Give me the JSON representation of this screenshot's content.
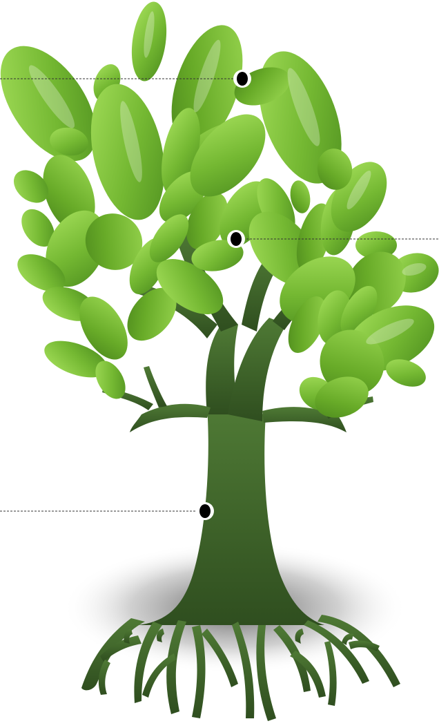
{
  "diagram": {
    "colors": {
      "background": "#ffffff",
      "trunk_dark": "#2f4e1f",
      "trunk_light": "#4f7a35",
      "leaf_light": "#92d34a",
      "leaf_mid": "#6fb52c",
      "leaf_dark": "#4e8f1f",
      "marker_fill": "#000000",
      "marker_ring": "#ffffff",
      "leader_line": "#333333",
      "shadow": "#444444"
    },
    "icons": {
      "tree": "tree-illustration",
      "marker": "callout-dot"
    },
    "callouts": [
      {
        "id": "crown-top",
        "label": ""
      },
      {
        "id": "crown-middle",
        "label": ""
      },
      {
        "id": "trunk",
        "label": ""
      }
    ]
  }
}
